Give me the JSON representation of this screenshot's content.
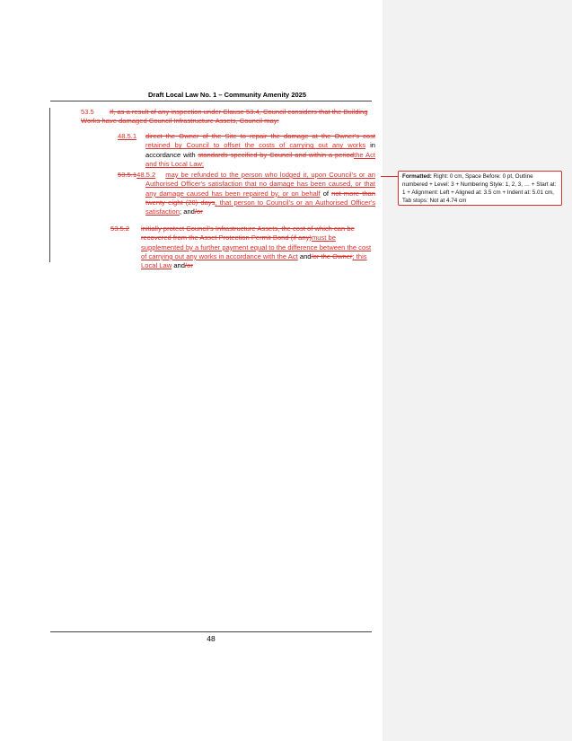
{
  "header": {
    "title": "Draft Local Law No. 1 – Community Amenity 2025"
  },
  "para_53_5": {
    "num": "53.5",
    "text": "If, as a result of any inspection under Clause 53.4, Council considers that the Building Works have damaged Council Infrastructure Assets, Council may:"
  },
  "para_1": {
    "num": "48.5.1",
    "t1": "direct the Owner of the Site to repair the damage at the Owner's cost ",
    "t2": "retained by Council to offset the costs of carrying out any works",
    "t3": " in accordance with ",
    "t4": "standards specified by Council and within a period",
    "t5": "the Act and this Local Law;"
  },
  "para_2": {
    "num_del": "53.5.1",
    "num_ins": "48.5.2",
    "t1": "may be refunded to the person who lodged it, upon Council's or an Authorised Officer's satisfaction that no damage has been caused, or that any damage caused has been repaired by, or on behalf",
    "t2": " of ",
    "t3": "not more than twenty eight (28) days",
    "t4": ", that person to Council's or an Authorised Officer's satisfaction",
    "t5": "; and",
    "t6": "/or",
    "t7": " "
  },
  "para_3": {
    "num": "53.5.2",
    "t1": "initially protect Council's Infrastructure Assets, the cost of which can be recovered from the Asset Protection Permit Bond (if any)",
    "t2": "must be supplemented by a further payment equal to the difference between the cost of carrying out any works in accordance with the Act",
    "t3": " and",
    "t4": "/or the Owner",
    "t5": "; this Local Law",
    "t6": " and",
    "t7": "/or"
  },
  "comment": {
    "label": "Formatted:",
    "text": " Right:  0 cm, Space Before:  0 pt, Outline numbered + Level: 3 + Numbering Style: 1, 2, 3, … + Start at: 1 + Alignment: Left + Aligned at:  3.5 cm + Indent at:  5.01 cm, Tab stops: Not at  4.74 cm"
  },
  "footer": {
    "page_number": "48"
  }
}
